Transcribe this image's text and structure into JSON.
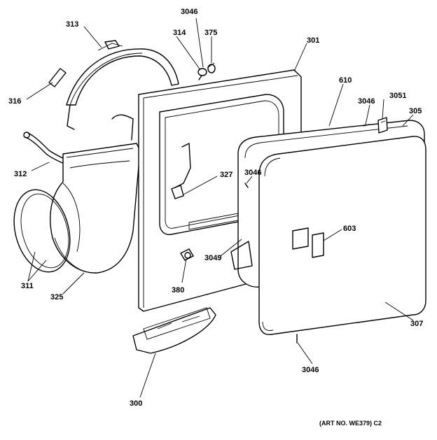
{
  "labels": {
    "l3046_top": "3046",
    "l313": "313",
    "l314": "314",
    "l375": "375",
    "l301": "301",
    "l316": "316",
    "l610": "610",
    "l3046_right": "3046",
    "l3051": "3051",
    "l305": "305",
    "l312": "312",
    "l327": "327",
    "l3046_mid": "3046",
    "l603": "603",
    "l3049": "3049",
    "l311": "311",
    "l325": "325",
    "l380": "380",
    "l307": "307",
    "l3046_bottom": "3046",
    "l300": "300",
    "art_no": "(ART NO. WE379) C2"
  }
}
